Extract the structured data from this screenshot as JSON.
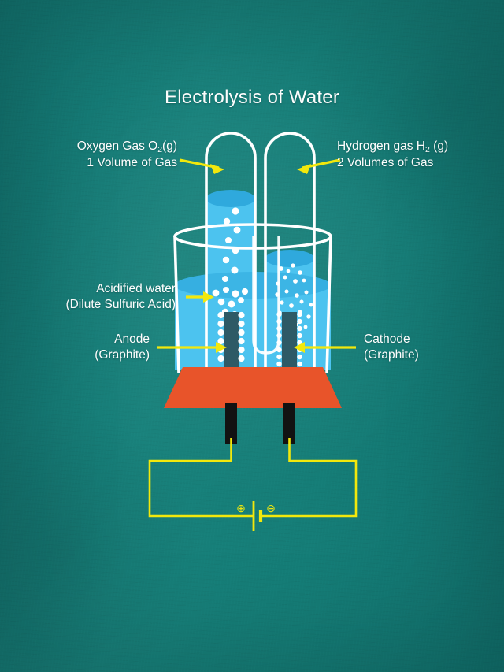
{
  "diagram": {
    "title": "Electrolysis of Water",
    "background_color": "#157d78",
    "labels": {
      "oxygen": {
        "line1_pre": "Oxygen Gas O",
        "line1_sub": "2",
        "line1_post": "(g)",
        "line2": "1 Volume of Gas"
      },
      "hydrogen": {
        "line1_pre": "Hydrogen gas H",
        "line1_sub": "2",
        "line1_post": " (g)",
        "line2": "2 Volumes of Gas"
      },
      "electrolyte": {
        "line1": "Acidified water",
        "line2": "(Dilute Sulfuric Acid)"
      },
      "anode": {
        "line1": "Anode",
        "line2": "(Graphite)"
      },
      "cathode": {
        "line1": "Cathode",
        "line2": "(Graphite)"
      }
    },
    "battery": {
      "positive_symbol": "⊕",
      "negative_symbol": "⊖"
    },
    "colors": {
      "arrow_yellow": "#f2e80c",
      "wire_yellow": "#f2e80c",
      "water_blue": "#4cc3ef",
      "water_surface_blue": "#2fa9dd",
      "glass_white": "#ffffff",
      "base_orange": "#e8542a",
      "electrode_graphite": "#2e5a66",
      "electrode_lead_black": "#121212",
      "bubble_white": "#ffffff",
      "text_white": "#ffffff"
    },
    "apparatus": {
      "left_tube_gas_label": "Oxygen Gas O2(g)",
      "right_tube_gas_label": "Hydrogen gas H2 (g)",
      "left_electrode": "Anode",
      "right_electrode": "Cathode"
    }
  }
}
